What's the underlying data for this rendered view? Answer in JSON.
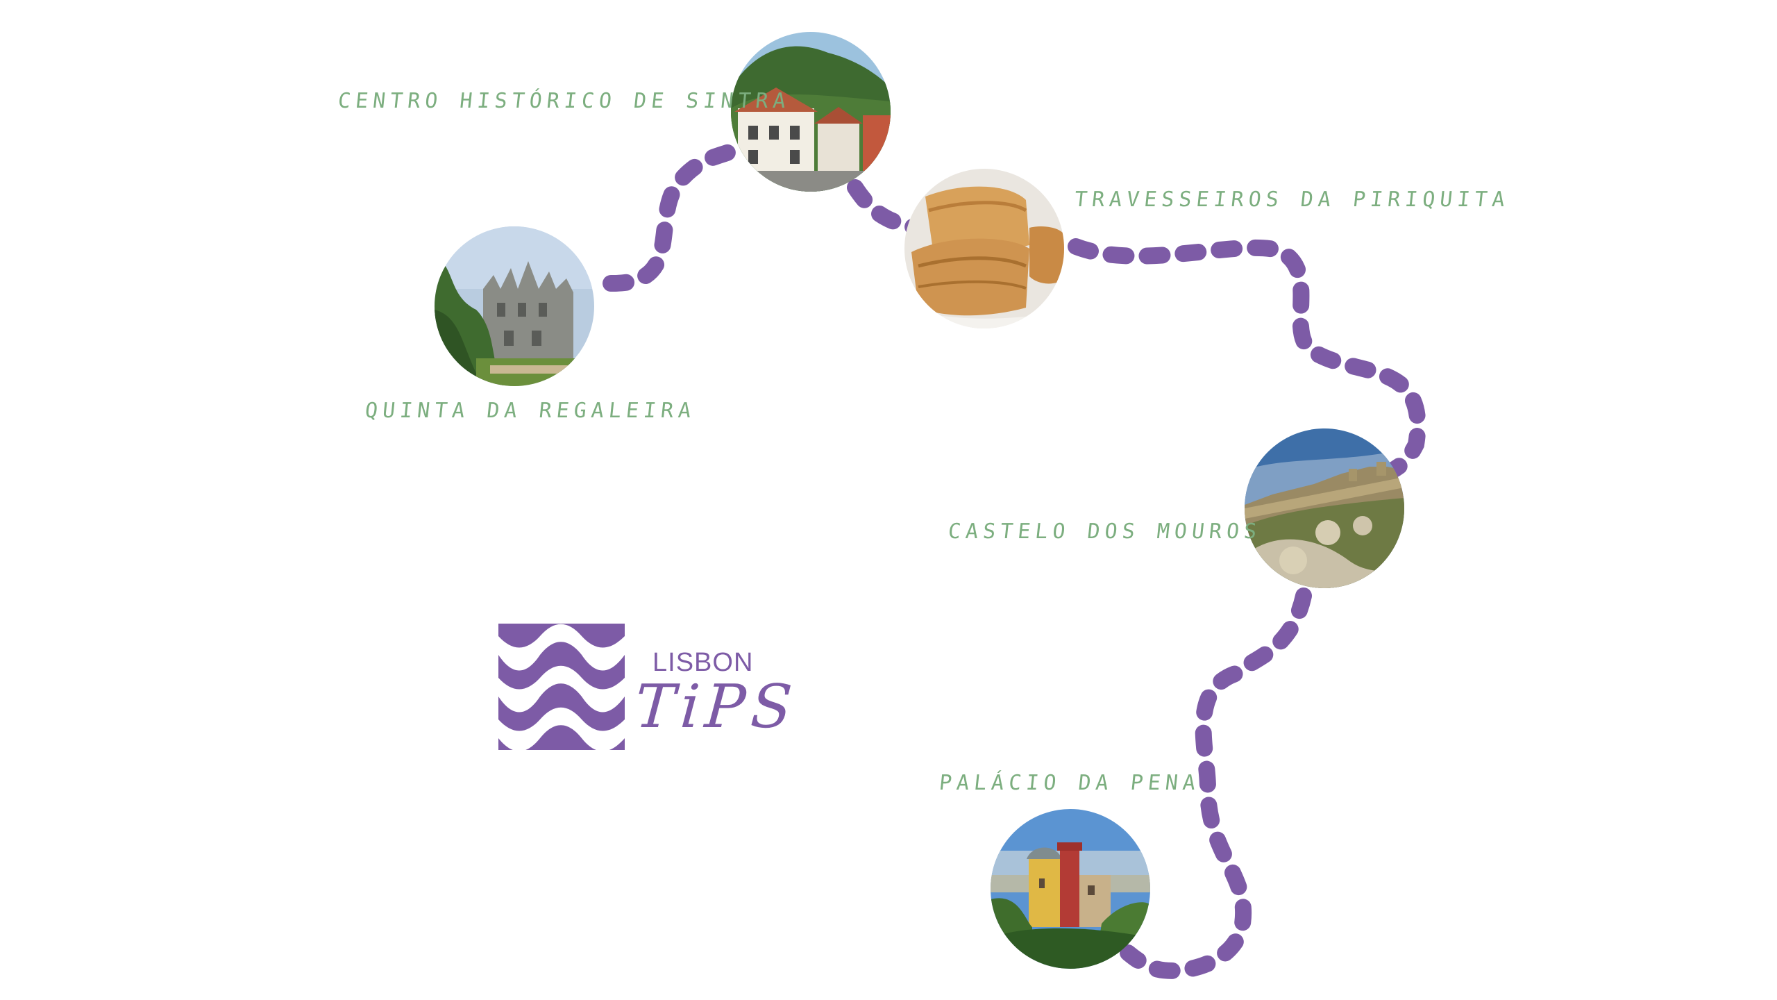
{
  "colors": {
    "route": "#7d5ba6",
    "label": "#7cae7f",
    "brand": "#7d5ba6",
    "background": "#ffffff"
  },
  "stops": [
    {
      "id": "quinta",
      "label": "QUINTA DA REGALEIRA",
      "icon": "palace-photo"
    },
    {
      "id": "centro",
      "label": "CENTRO HISTÓRICO DE SINTRA",
      "icon": "town-photo"
    },
    {
      "id": "travesseiros",
      "label": "TRAVESSEIROS DA PIRIQUITA",
      "icon": "pastry-photo"
    },
    {
      "id": "castelo",
      "label": "CASTELO DOS MOUROS",
      "icon": "castle-photo"
    },
    {
      "id": "pena",
      "label": "PALÁCIO DA PENA",
      "icon": "pena-palace-photo"
    }
  ],
  "logo": {
    "line1": "LISBON",
    "line2": "TiPS",
    "icon": "wave-pattern-logo"
  }
}
